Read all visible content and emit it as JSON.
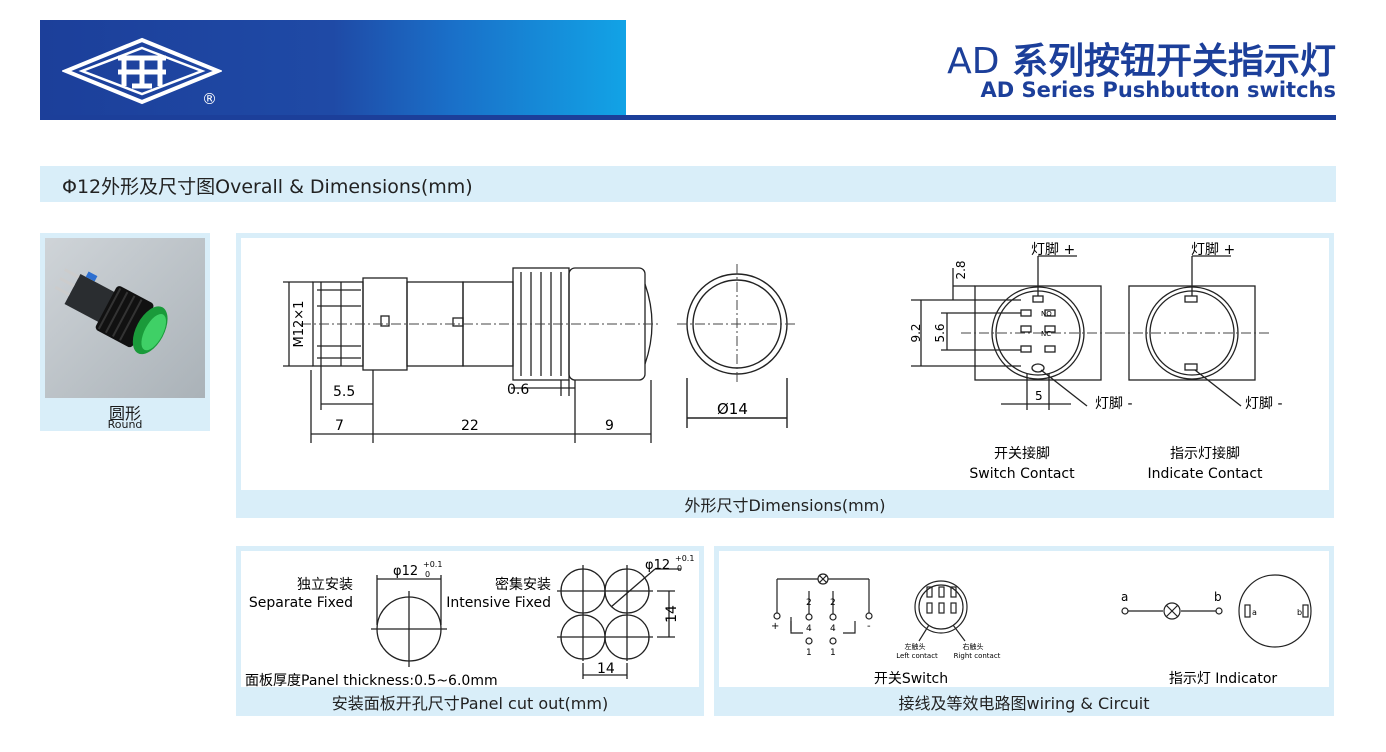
{
  "header": {
    "title_prefix": "AD",
    "title_cn": "系列按钮开关指示灯",
    "title_en": "AD Series Pushbutton switchs",
    "registered_mark": "®"
  },
  "section": {
    "title": "Φ12外形及尺寸图Overall & Dimensions(mm)"
  },
  "product": {
    "shape_cn": "圆形",
    "shape_en": "Round"
  },
  "dimensions": {
    "caption": "外形尺寸Dimensions(mm)",
    "thread": "M12×1",
    "d_5_5": "5.5",
    "d_0_6": "0.6",
    "d_7": "7",
    "d_22": "22",
    "d_9": "9",
    "diameter": "Ø14",
    "d_2_8": "2.8",
    "d_9_2": "9.2",
    "d_5_6": "5.6",
    "d_5": "5",
    "lamp_plus": "灯脚 +",
    "lamp_minus": "灯脚 -",
    "no_label": "NO",
    "nc_label": "NC",
    "switch_contact_cn": "开关接脚",
    "switch_contact_en": "Switch Contact",
    "indicate_contact_cn": "指示灯接脚",
    "indicate_contact_en": "Indicate Contact"
  },
  "cutout": {
    "caption": "安装面板开孔尺寸Panel cut out(mm)",
    "separate_cn": "独立安装",
    "separate_en": "Separate Fixed",
    "intensive_cn": "密集安装",
    "intensive_en": "Intensive Fixed",
    "phi": "φ12",
    "tol_plus": "+0.1",
    "tol_zero": "0",
    "d_14a": "14",
    "d_14b": "14",
    "panel_thickness": "面板厚度Panel thickness:0.5~6.0mm"
  },
  "circuit": {
    "caption": "接线及等效电路图wiring & Circuit",
    "switch_label": "开关Switch",
    "indicator_label": "指示灯 Indicator",
    "left_contact_cn": "左触头",
    "left_contact_en": "Left contact",
    "right_contact_cn": "右触头",
    "right_contact_en": "Right contact",
    "n1": "1",
    "n2": "2",
    "n4": "4",
    "plus": "+",
    "minus": "-",
    "a": "a",
    "b": "b"
  }
}
